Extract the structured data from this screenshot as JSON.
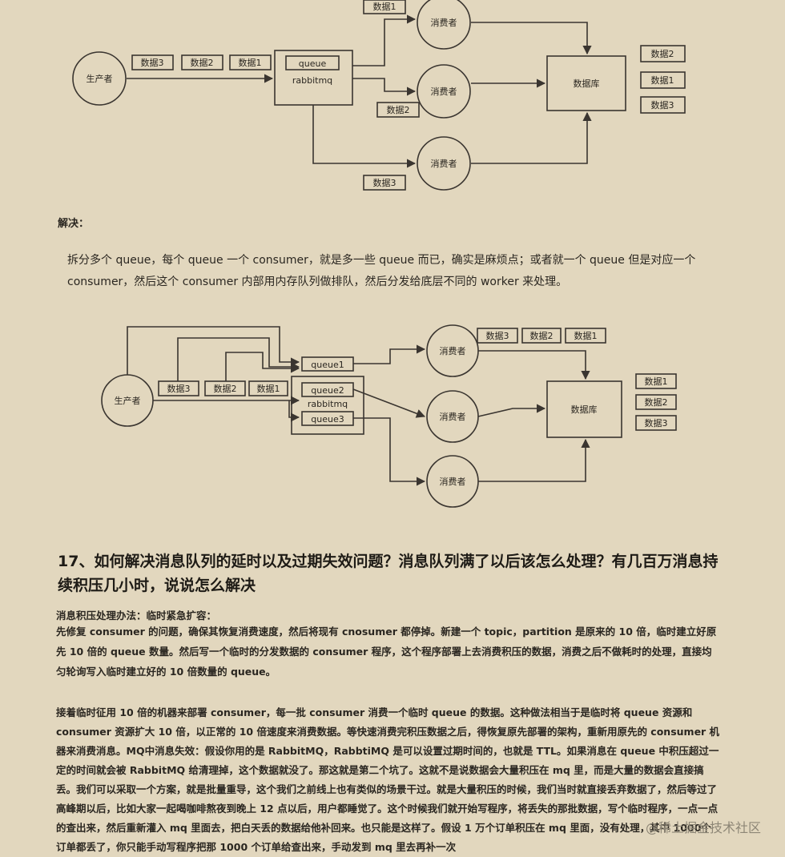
{
  "diagram1": {
    "producer": "生产者",
    "queue_label": "queue",
    "broker_label": "rabbitmq",
    "input_msgs": [
      "数据3",
      "数据2",
      "数据1"
    ],
    "consumer_labels": [
      "消费者",
      "消费者",
      "消费者"
    ],
    "consumer_msgs": [
      "数据1",
      "数据2",
      "数据3"
    ],
    "database": "数据库",
    "db_msgs": [
      "数据2",
      "数据1",
      "数据3"
    ]
  },
  "solution": {
    "label": "解决：",
    "text": "拆分多个 queue，每个 queue 一个 consumer，就是多一些 queue 而已，确实是麻烦点；或者就一个 queue 但是对应一个 consumer，然后这个 consumer 内部用内存队列做排队，然后分发给底层不同的 worker 来处理。"
  },
  "diagram2": {
    "producer": "生产者",
    "broker_label": "rabbitmq",
    "queues": [
      "queue1",
      "queue2",
      "queue3"
    ],
    "input_msgs": [
      "数据3",
      "数据2",
      "数据1"
    ],
    "consumer_labels": [
      "消费者",
      "消费者",
      "消费者"
    ],
    "consumer_msgs": [
      "数据3",
      "数据2",
      "数据1"
    ],
    "database": "数据库",
    "db_msgs": [
      "数据1",
      "数据2",
      "数据3"
    ]
  },
  "q17": {
    "title": "17、如何解决消息队列的延时以及过期失效问题？消息队列满了以后该怎么处理？有几百万消息持续积压几小时，说说怎么解决",
    "temp_heading": "消息积压处理办法：临时紧急扩容：",
    "temp_body": "先修复 consumer 的问题，确保其恢复消费速度，然后将现有 cnosumer 都停掉。新建一个 topic，partition 是原来的 10 倍，临时建立好原先 10 倍的 queue 数量。然后写一个临时的分发数据的 consumer 程序，这个程序部署上去消费积压的数据，消费之后不做耗时的处理，直接均匀轮询写入临时建立好的 10 倍数量的 queue。",
    "detail_body": "接着临时征用 10 倍的机器来部署 consumer，每一批 consumer 消费一个临时 queue 的数据。这种做法相当于是临时将 queue 资源和 consumer 资源扩大 10 倍，以正常的 10 倍速度来消费数据。等快速消费完积压数据之后，得恢复原先部署的架构，重新用原先的 consumer 机器来消费消息。MQ中消息失效：假设你用的是 RabbitMQ，RabbtiMQ 是可以设置过期时间的，也就是 TTL。如果消息在 queue 中积压超过一定的时间就会被 RabbitMQ 给清理掉，这个数据就没了。那这就是第二个坑了。这就不是说数据会大量积压在 mq 里，而是大量的数据会直接搞丢。我们可以采取一个方案，就是批量重导，这个我们之前线上也有类似的场景干过。就是大量积压的时候，我们当时就直接丢弃数据了，然后等过了高峰期以后，比如大家一起喝咖啡熬夜到晚上 12 点以后，用户都睡觉了。这个时候我们就开始写程序，将丢失的那批数据，写个临时程序，一点一点的查出来，然后重新灌入 mq 里面去，把白天丢的数据给他补回来。也只能是这样了。假设 1 万个订单积压在 mq 里面，没有处理，其中 1000个订单都丢了，你只能手动写程序把那 1000 个订单给查出来，手动发到 mq 里去再补一次"
  },
  "watermark": "@稀土掘金技术社区",
  "colors": {
    "background": "#e2d7be",
    "line": "#3a3530",
    "text": "#2a2620"
  }
}
